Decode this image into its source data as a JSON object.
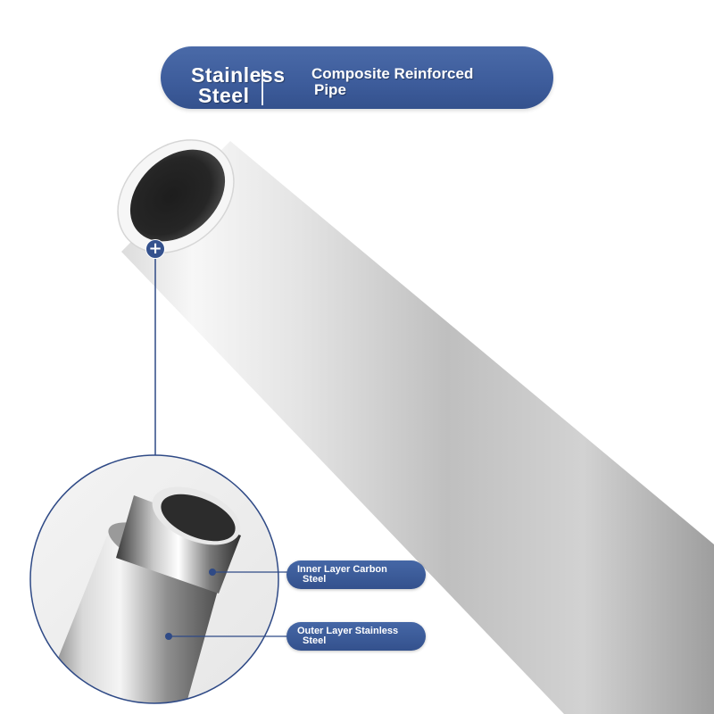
{
  "title": {
    "left_line1": "Stainless",
    "left_line2": "Steel",
    "right_line1": "Composite Reinforced",
    "right_line2": "Pipe"
  },
  "labels": {
    "inner_line1": "Inner Layer Carbon",
    "inner_line2": "Steel",
    "outer_line1": "Outer Layer Stainless",
    "outer_line2": "Steel"
  },
  "icons": {
    "callout": "plus-icon"
  },
  "colors": {
    "brand_blue": "#3d5c9b",
    "outline_blue": "#2f4a86",
    "background": "#ffffff"
  }
}
